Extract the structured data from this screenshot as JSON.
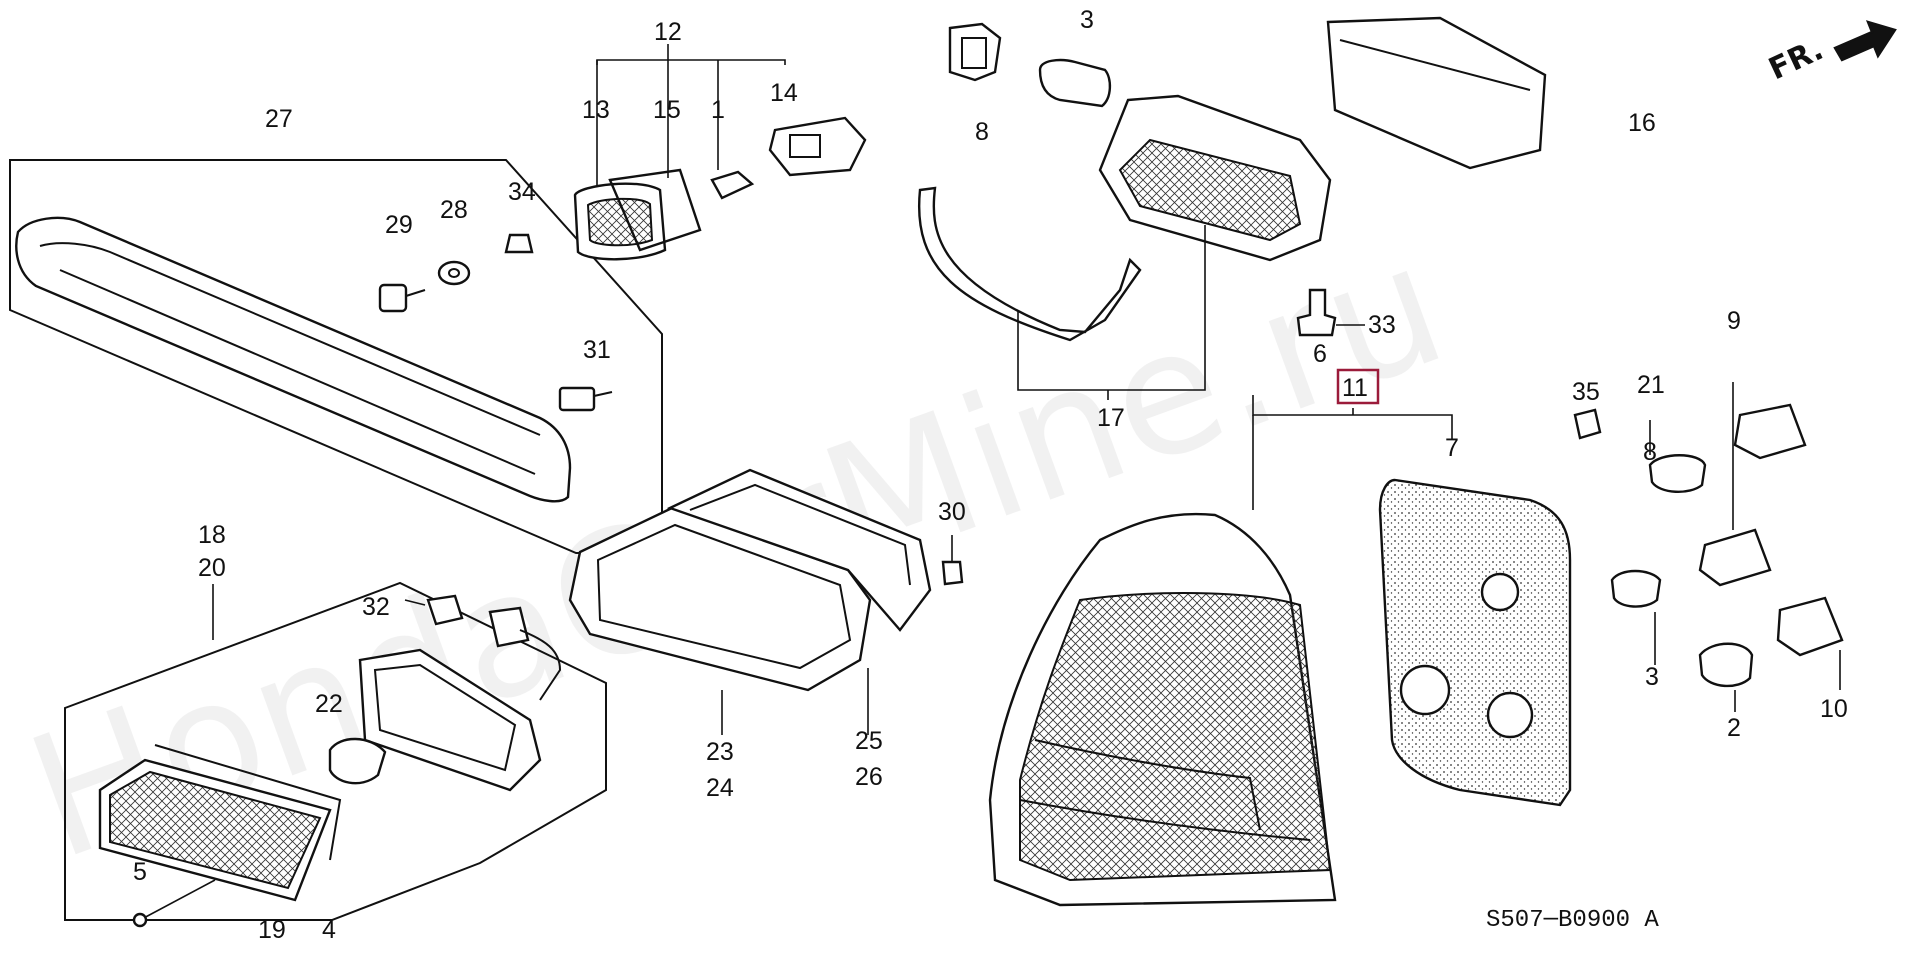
{
  "diagram_code": "S507─B0900 A",
  "direction_marker": "FR.",
  "highlight_color": "#9b1b3a",
  "watermark": "HondaCarMine.ru",
  "callouts": {
    "c1": "1",
    "c2": "2",
    "c3a": "3",
    "c3b": "3",
    "c4": "4",
    "c5": "5",
    "c6": "6",
    "c7": "7",
    "c8a": "8",
    "c8b": "8",
    "c9": "9",
    "c10": "10",
    "c11": "11",
    "c12": "12",
    "c13": "13",
    "c14": "14",
    "c15": "15",
    "c16": "16",
    "c17": "17",
    "c18": "18",
    "c19": "19",
    "c20": "20",
    "c21": "21",
    "c22": "22",
    "c23": "23",
    "c24": "24",
    "c25": "25",
    "c26": "26",
    "c27": "27",
    "c28": "28",
    "c29": "29",
    "c30": "30",
    "c31": "31",
    "c32": "32",
    "c33": "33",
    "c34": "34",
    "c35": "35"
  }
}
